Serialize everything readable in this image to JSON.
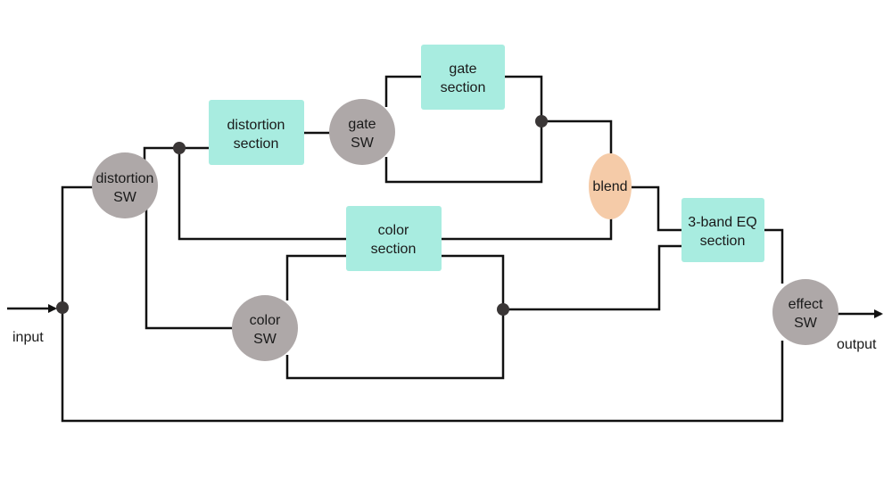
{
  "colors": {
    "section_fill": "#a8ece0",
    "switch_fill": "#aea8a8",
    "blend_fill": "#f5cba8",
    "wire": "#111111",
    "junction": "#3a3636"
  },
  "io": {
    "input_label": "input",
    "output_label": "output"
  },
  "nodes": {
    "distortion_sw": {
      "line1": "distortion",
      "line2": "SW"
    },
    "distortion_section": {
      "line1": "distortion",
      "line2": "section"
    },
    "gate_sw": {
      "line1": "gate",
      "line2": "SW"
    },
    "gate_section": {
      "line1": "gate",
      "line2": "section"
    },
    "blend": {
      "line1": "blend"
    },
    "color_section": {
      "line1": "color",
      "line2": "section"
    },
    "color_sw": {
      "line1": "color",
      "line2": "SW"
    },
    "eq_section": {
      "line1": "3-band EQ",
      "line2": "section"
    },
    "effect_sw": {
      "line1": "effect",
      "line2": "SW"
    }
  }
}
